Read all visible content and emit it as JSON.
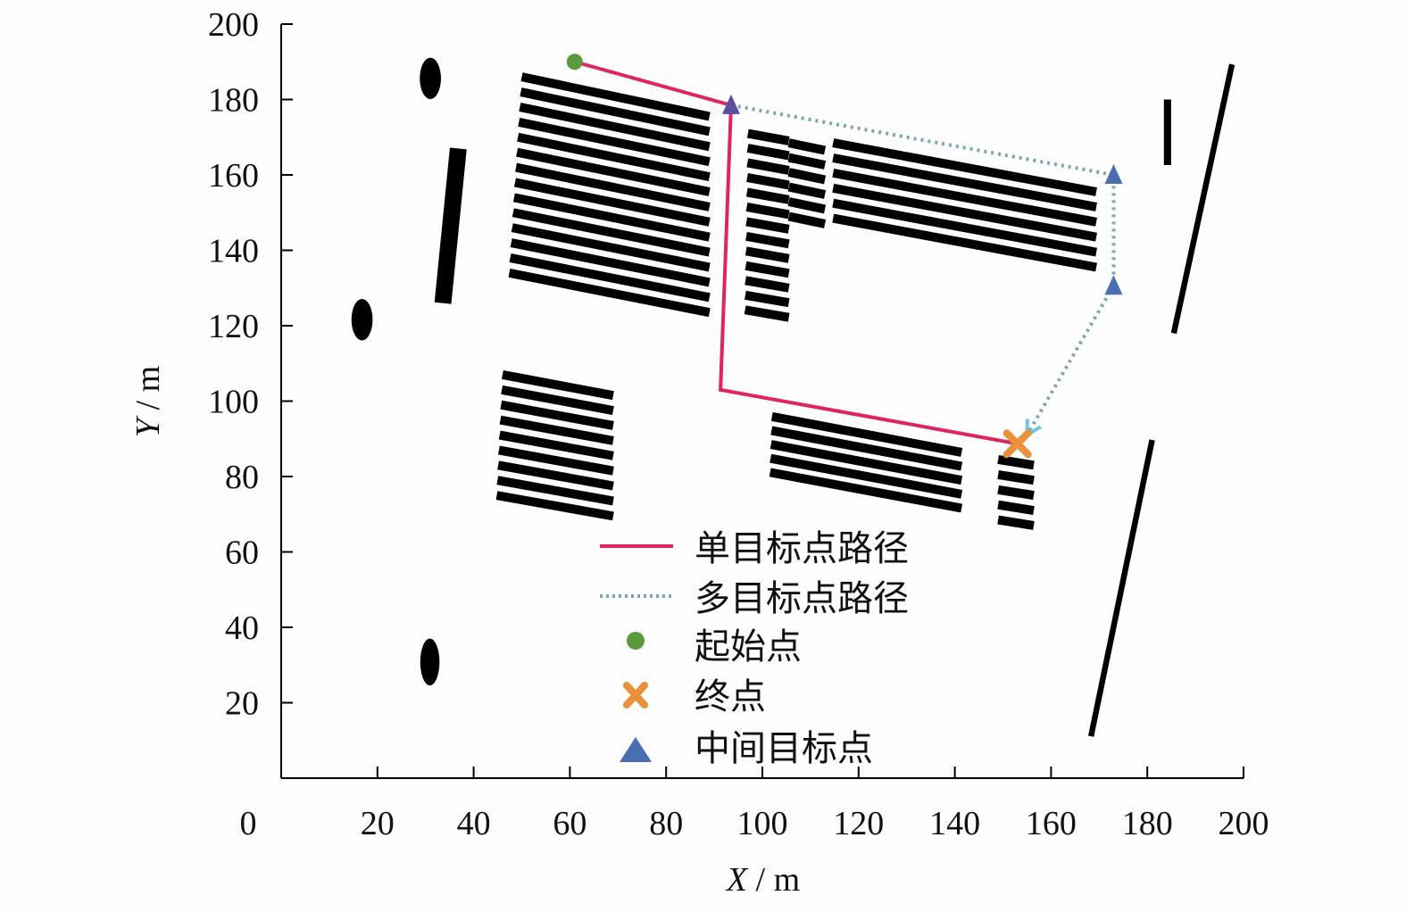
{
  "chart_data": {
    "type": "scatter",
    "title": "",
    "xlabel_var": "X",
    "xlabel_unit": " / m",
    "ylabel_var": "Y",
    "ylabel_unit": " / m",
    "xlim": [
      0,
      200
    ],
    "ylim": [
      0,
      200
    ],
    "origin_label": "0",
    "xticks": [
      "20",
      "40",
      "60",
      "80",
      "100",
      "120",
      "140",
      "160",
      "180",
      "200"
    ],
    "yticks": [
      "20",
      "40",
      "60",
      "80",
      "100",
      "120",
      "140",
      "160",
      "180",
      "200"
    ],
    "grid": false,
    "colors": {
      "single": "#e0245e",
      "multi": "#7fa6a8",
      "multi_arrow": "#6fc3e8",
      "start": "#5a9a3c",
      "end": "#e8913a",
      "end_x": "#e23b3b",
      "mid": "#4a6fb0",
      "mid_first": "#5b4f9e",
      "obstacle": "#000000"
    },
    "single_path": [
      [
        61,
        190
      ],
      [
        93.5,
        178.5
      ],
      [
        91.3,
        103
      ],
      [
        153,
        88.7
      ]
    ],
    "multi_path": [
      [
        93.5,
        178.5
      ],
      [
        173,
        160
      ],
      [
        173,
        130.6
      ],
      [
        155,
        91
      ]
    ],
    "start": [
      61,
      190
    ],
    "end": [
      153,
      88.7
    ],
    "intermediate": [
      [
        93.5,
        178.5
      ],
      [
        173,
        160
      ],
      [
        173,
        130.6
      ]
    ],
    "stripe_groups": [
      {
        "x0": 50,
        "x1": 89,
        "ytop": 186,
        "count": 14,
        "spacing": 4,
        "drop": 10.5,
        "shift": -0.2
      },
      {
        "x0": 97,
        "x1": 105.5,
        "ytop": 171,
        "count": 13,
        "spacing": 3.9,
        "drop": 2,
        "shift": -0.05
      },
      {
        "x0": 105.5,
        "x1": 113,
        "ytop": 168.5,
        "count": 6,
        "spacing": 3.9,
        "drop": 2,
        "shift": 0
      },
      {
        "x0": 114.7,
        "x1": 169.4,
        "ytop": 168.5,
        "count": 6,
        "spacing": 4,
        "drop": 13,
        "shift": 0
      },
      {
        "x0": 46,
        "x1": 69,
        "ytop": 107,
        "count": 9,
        "spacing": 4,
        "drop": 5.5,
        "shift": -0.15
      },
      {
        "x0": 102,
        "x1": 141.4,
        "ytop": 95.9,
        "count": 5,
        "spacing": 3.7,
        "drop": 9.5,
        "shift": -0.1
      },
      {
        "x0": 149,
        "x1": 156.4,
        "ytop": 84.5,
        "count": 5,
        "spacing": 4,
        "drop": 1.5,
        "shift": 0
      }
    ],
    "blobs": [
      {
        "cx": 31,
        "cy": 185.6,
        "rx": 2.2,
        "ry": 5.5
      },
      {
        "cx": 16.8,
        "cy": 121.6,
        "rx": 2.2,
        "ry": 5.5
      },
      {
        "cx": 30.9,
        "cy": 30.8,
        "rx": 2,
        "ry": 6.2
      }
    ],
    "walls": [
      {
        "from": [
          36.8,
          167
        ],
        "to": [
          33.6,
          126
        ],
        "width": 3.5
      },
      {
        "from": [
          184.2,
          180
        ],
        "to": [
          184.2,
          162.6
        ],
        "width": 1.5
      },
      {
        "from": [
          197.6,
          189.3
        ],
        "to": [
          185.5,
          118
        ],
        "width": 1.2
      },
      {
        "from": [
          181,
          89.7
        ],
        "to": [
          168.3,
          11.1
        ],
        "width": 1.2
      }
    ],
    "legend": {
      "placement": "center-bottom",
      "entries": [
        "单目标点路径",
        "多目标点路径",
        "起始点",
        "终点",
        "中间目标点"
      ]
    }
  }
}
